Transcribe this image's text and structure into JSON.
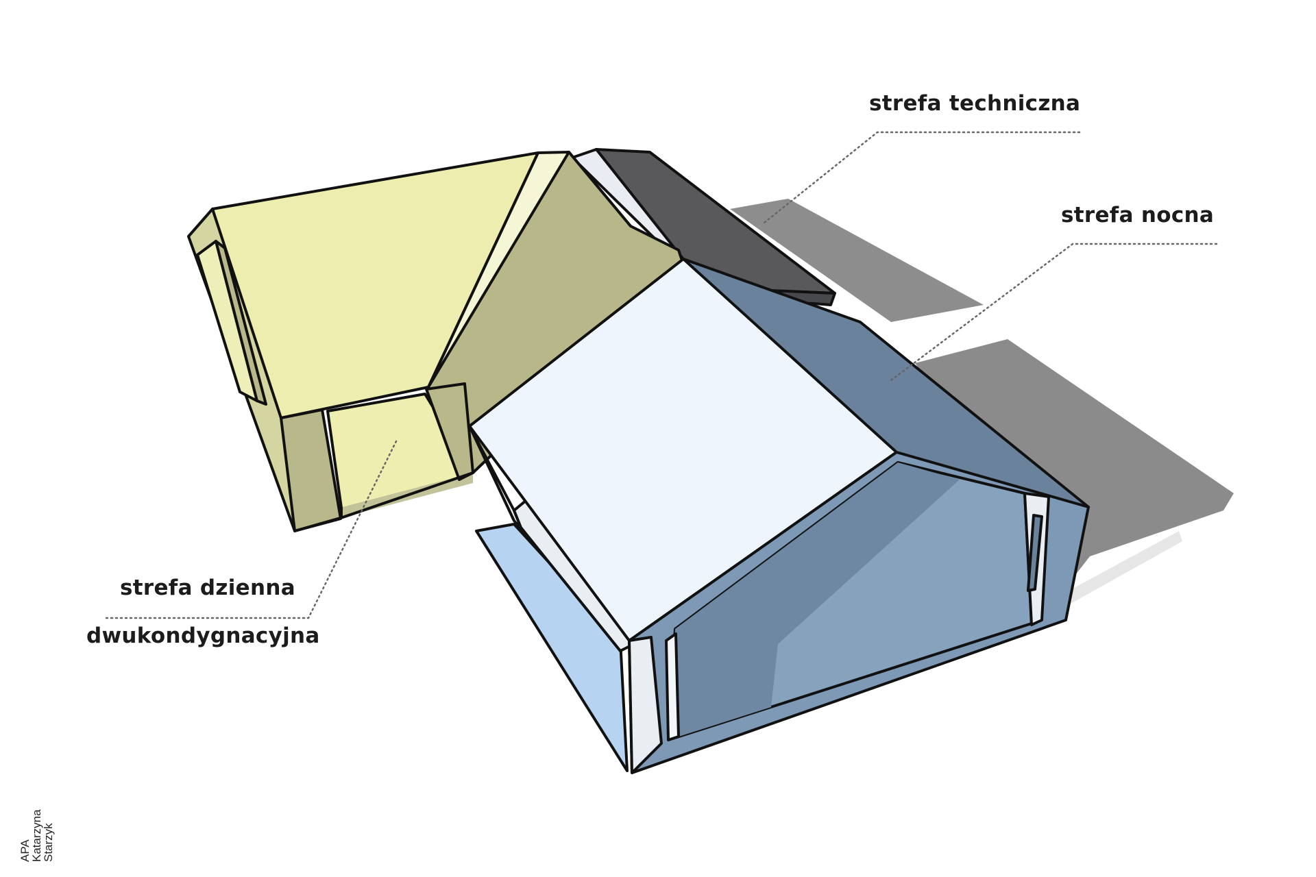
{
  "labels": {
    "technical_zone": "strefa techniczna",
    "night_zone": "strefa nocna",
    "day_zone": "strefa dzienna",
    "day_zone_sub": "dwukondygnacyjna"
  },
  "credit": {
    "line1": "APA",
    "line2": "Katarzyna",
    "line3": "Starzyk"
  },
  "colors": {
    "day_zone_roof": "#eeeeb0",
    "day_zone_wall": "#b8b88a",
    "night_zone_roof": "#eef5fc",
    "night_zone_side": "#6b839d",
    "night_zone_floor": "#b5d3f0",
    "technical_zone_roof": "#58595c",
    "shadow": "#8c8c8c",
    "outline": "#111111"
  }
}
